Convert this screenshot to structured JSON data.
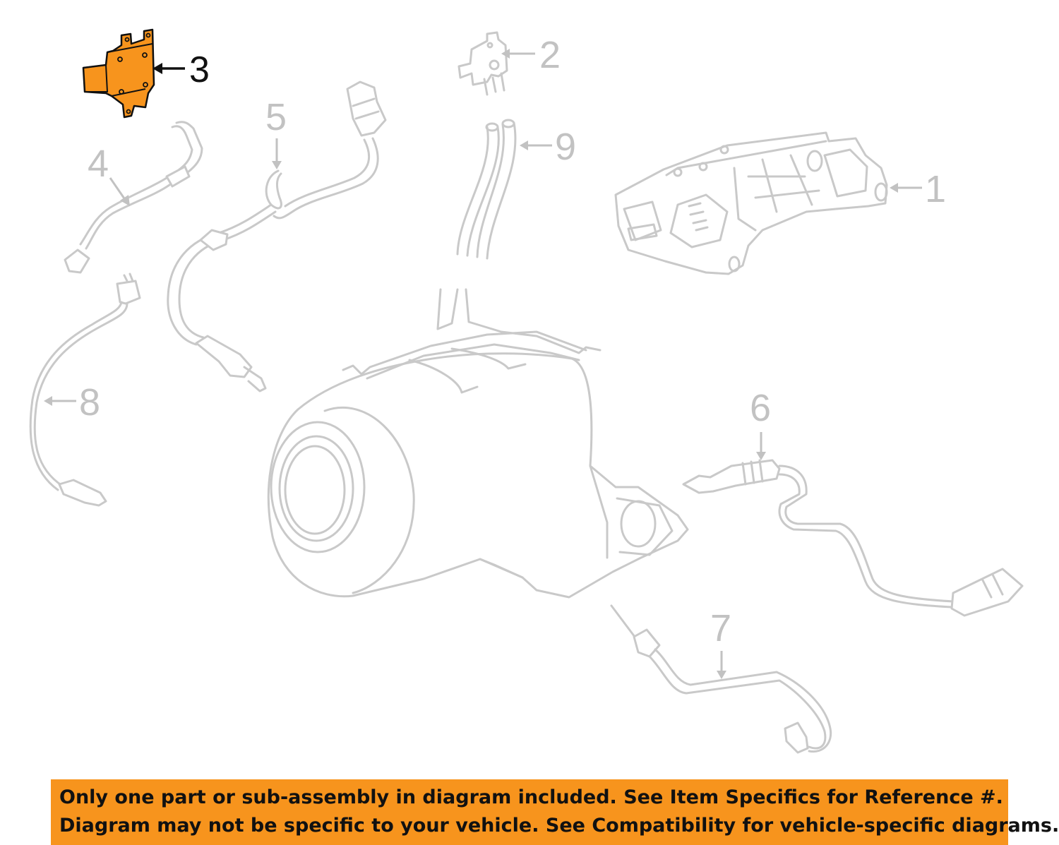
{
  "diagram": {
    "highlight_color": "#f7941d",
    "line_color": "#c9c9c9",
    "callouts": [
      {
        "id": "1",
        "label": "1",
        "highlighted": false
      },
      {
        "id": "2",
        "label": "2",
        "highlighted": false
      },
      {
        "id": "3",
        "label": "3",
        "highlighted": true
      },
      {
        "id": "4",
        "label": "4",
        "highlighted": false
      },
      {
        "id": "5",
        "label": "5",
        "highlighted": false
      },
      {
        "id": "6",
        "label": "6",
        "highlighted": false
      },
      {
        "id": "7",
        "label": "7",
        "highlighted": false
      },
      {
        "id": "8",
        "label": "8",
        "highlighted": false
      },
      {
        "id": "9",
        "label": "9",
        "highlighted": false
      }
    ]
  },
  "banner": {
    "background": "#f7941d",
    "line1": "Only one part or sub-assembly in diagram included. See Item Specifics for Reference #.",
    "line2": "Diagram may not be specific to your vehicle. See Compatibility for vehicle-specific diagrams."
  }
}
